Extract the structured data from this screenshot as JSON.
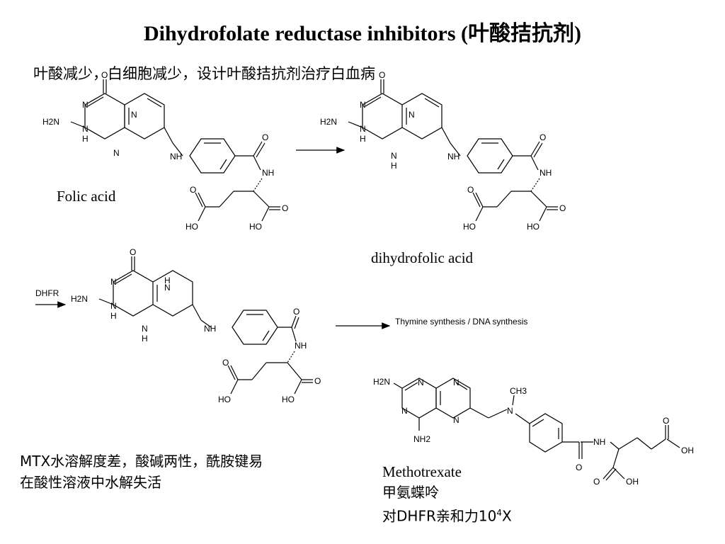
{
  "title": "Dihydrofolate reductase inhibitors (叶酸拮抗剂)",
  "subtitle": "叶酸减少，白细胞减少，设计叶酸拮抗剂治疗白血病",
  "folic_acid": {
    "name": "Folic acid",
    "atoms": {
      "o": "O",
      "n": "N",
      "h2n": "H2N",
      "h": "H",
      "nh": "NH",
      "ho": "HO"
    }
  },
  "dihydrofolic_acid": {
    "name": "dihydrofolic acid"
  },
  "reaction": {
    "enzyme_label": "DHFR",
    "product_label": "Thymine synthesis / DNA synthesis"
  },
  "methotrexate": {
    "name": "Methotrexate",
    "chinese_name": "甲氨蝶呤",
    "affinity_prefix": "对DHFR亲和力10",
    "affinity_exp": "4",
    "affinity_suffix": "X",
    "atoms": {
      "h2n": "H2N",
      "nh2": "NH2",
      "ch3": "CH3",
      "oh": "OH",
      "nh": "NH",
      "n": "N",
      "o": "O"
    }
  },
  "mtx_note": {
    "line1": "MTX水溶解度差，酸碱两性，酰胺键易",
    "line2": "在酸性溶液中水解失活"
  }
}
